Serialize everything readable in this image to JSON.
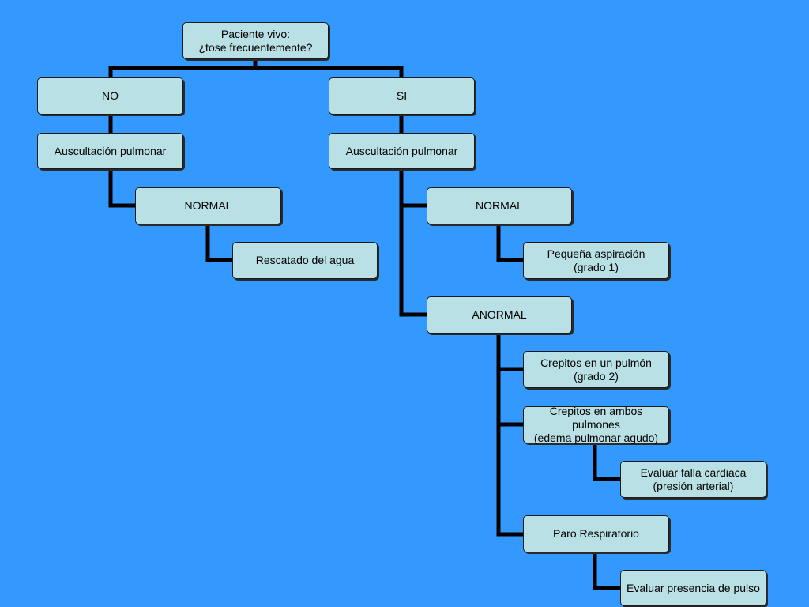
{
  "colors": {
    "background": "#3399ff",
    "node_fill": "#b9e1e5",
    "connector": "#000000"
  },
  "nodes": {
    "root": "Paciente vivo:\n¿tose frecuentemente?",
    "no": "NO",
    "si": "SI",
    "auscultacion_no": "Auscultación pulmonar",
    "auscultacion_si": "Auscultación pulmonar",
    "normal_no": "NORMAL",
    "rescatado": "Rescatado del agua",
    "normal_si": "NORMAL",
    "pequena_aspiracion": "Pequeña aspiración\n(grado 1)",
    "anormal": "ANORMAL",
    "crepitos_un": "Crepitos en un pulmón\n(grado 2)",
    "crepitos_ambos": "Crepitos en ambos pulmones\n(edema pulmonar agudo)",
    "evaluar_falla": "Evaluar falla cardiaca\n(presión arterial)",
    "paro": "Paro Respiratorio",
    "evaluar_pulso": "Evaluar presencia de pulso"
  }
}
